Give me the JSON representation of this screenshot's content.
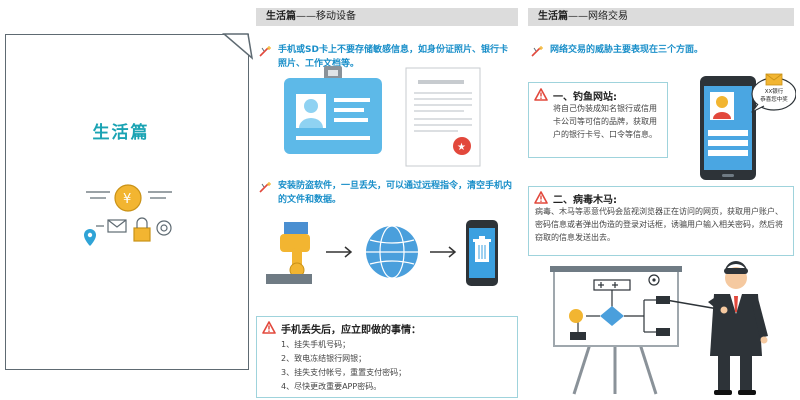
{
  "cover": {
    "title": "生活篇"
  },
  "mobile": {
    "header_bold": "生活篇",
    "header_rest": "——移动设备",
    "tip1": "手机或SD卡上不要存储敏感信息，如身份证照片、银行卡照片、工作文档等。",
    "tip2": "安装防盗软件，一旦丢失，可以通过远程指令，清空手机内的文件和数据。",
    "lost_title": "手机丢失后，应立即做的事情：",
    "lost_items": [
      "1、挂失手机号码；",
      "2、致电冻结银行网银；",
      "3、挂失支付帐号，重置支付密码；",
      "4、尽快更改重要APP密码。"
    ]
  },
  "online": {
    "header_bold": "生活篇",
    "header_rest": "——网络交易",
    "intro": "网络交易的威胁主要表现在三个方面。",
    "phishing_title": "一、钓鱼网站:",
    "phishing_text": "将自己伪装成知名银行或信用卡公司等可信的品牌，获取用户的银行卡号、口令等信息。",
    "bubble_line1": "XX银行",
    "bubble_line2": "恭喜您中奖",
    "trojan_title": "二、病毒木马:",
    "trojan_text": "病毒、木马等恶意代码会监视浏览器正在访问的网页，获取用户账户、密码信息或者弹出伪造的登录对话框，诱骗用户输入相关密码，然后将窃取的信息发送出去。"
  },
  "colors": {
    "accent_teal": "#1aa3b3",
    "tip_blue": "#1a8fc9",
    "warning_red": "#e2483c",
    "header_gray": "#dcdcdc"
  }
}
